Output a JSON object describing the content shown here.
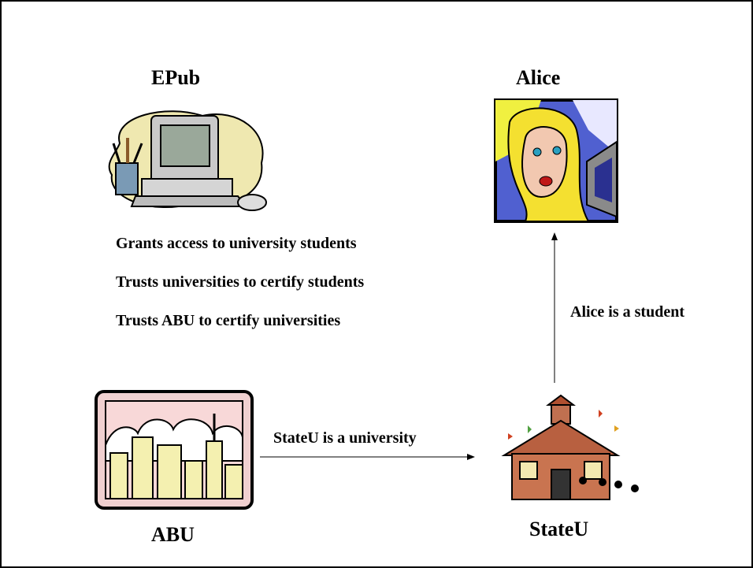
{
  "nodes": {
    "epub": {
      "label": "EPub",
      "policies": [
        "Grants access to university students",
        "Trusts universities to certify students",
        "Trusts ABU to certify universities"
      ]
    },
    "alice": {
      "label": "Alice"
    },
    "abu": {
      "label": "ABU"
    },
    "stateu": {
      "label": "StateU"
    }
  },
  "edges": [
    {
      "from": "ABU",
      "to": "StateU",
      "label": "StateU is a university"
    },
    {
      "from": "StateU",
      "to": "Alice",
      "label": "Alice is a student"
    }
  ]
}
